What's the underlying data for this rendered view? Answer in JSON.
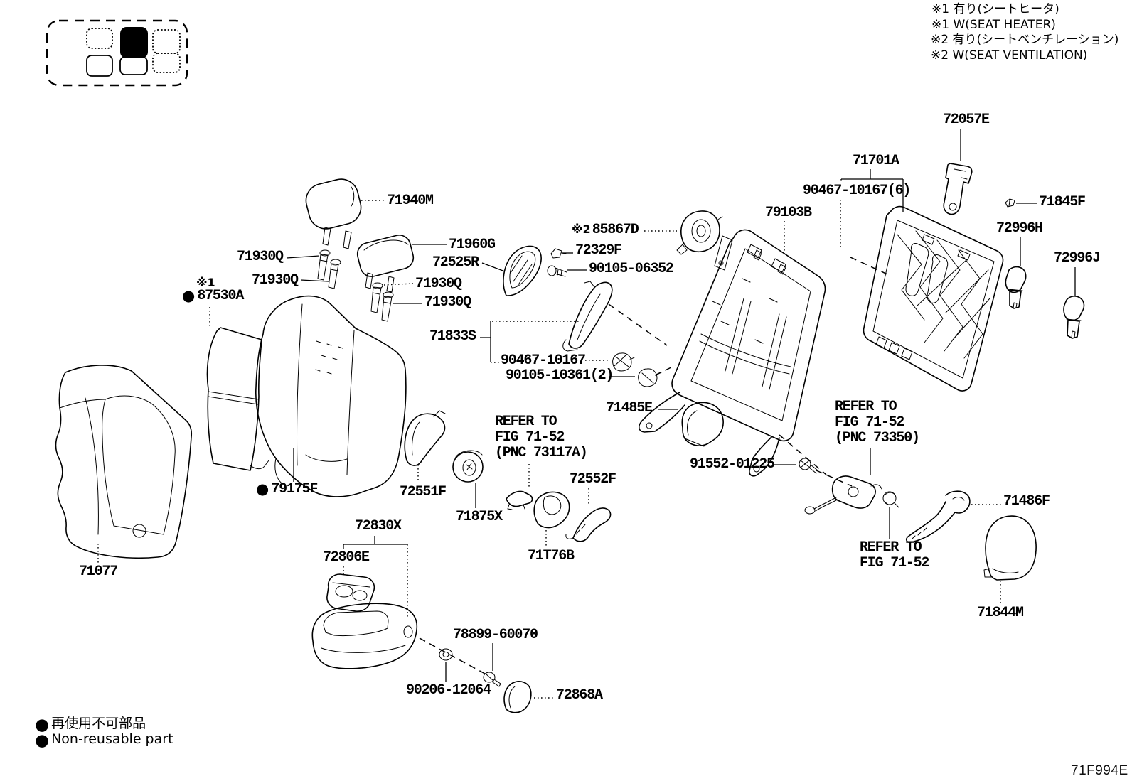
{
  "notes": [
    "※1 有り(シートヒータ)",
    "※1 W(SEAT HEATER)",
    "※2 有り(シートベンチレーション)",
    "※2 W(SEAT VENTILATION)"
  ],
  "marks": {
    "asterisk1": "※1",
    "asterisk2": "※2",
    "bullet": "●"
  },
  "parts": {
    "71940M": "71940M",
    "71960G": "71960G",
    "72525R": "72525R",
    "71930Q": "71930Q",
    "85867D": "85867D",
    "72329F": "72329F",
    "90105-06352": "90105-06352",
    "87530A": "87530A",
    "71833S": "71833S",
    "90467-10167": "90467-10167",
    "90105-10361(2)": "90105-10361(2)",
    "79175F": "79175F",
    "71077": "71077",
    "71485E": "71485E",
    "91552-01225": "91552-01225",
    "79103B": "79103B",
    "71701A": "71701A",
    "90467-10167(6)": "90467-10167(6)",
    "72057E": "72057E",
    "71845F": "71845F",
    "72996H": "72996H",
    "72996J": "72996J",
    "71486F": "71486F",
    "71844M": "71844M",
    "72551F": "72551F",
    "71875X": "71875X",
    "72552F": "72552F",
    "71T76B": "71T76B",
    "72830X": "72830X",
    "72806E": "72806E",
    "78899-60070": "78899-60070",
    "90206-12064": "90206-12064",
    "72868A": "72868A"
  },
  "refs": {
    "pnc73117a": [
      "REFER TO",
      "FIG 71-52",
      "(PNC 73117A)"
    ],
    "pnc73350": [
      "REFER TO",
      "FIG 71-52",
      "(PNC 73350)"
    ],
    "fig7152": [
      "REFER TO",
      "FIG 71-52"
    ]
  },
  "legend": {
    "jp": "再使用不可部品",
    "en": "Non-reusable part"
  },
  "doc_code": "71F994E"
}
